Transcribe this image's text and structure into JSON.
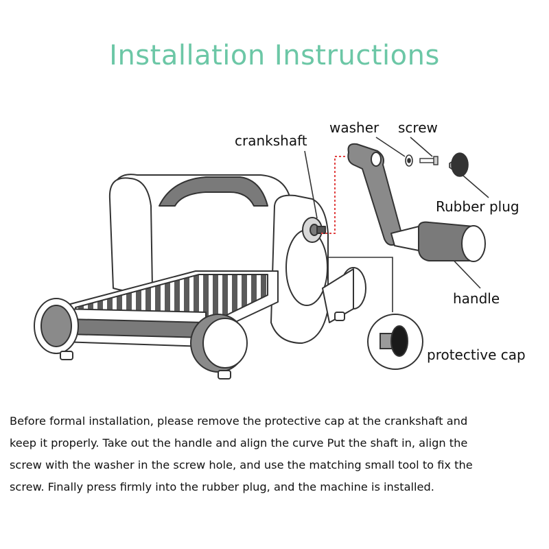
{
  "title": "Installation Instructions",
  "labels": {
    "crankshaft": "crankshaft",
    "washer": "washer",
    "screw": "screw",
    "rubber_plug": "Rubber plug",
    "handle": "handle",
    "protective_cap": "protective cap"
  },
  "instructions": [
    "Before formal installation, please remove the protective cap at the crankshaft and",
    "keep it properly. Take out the handle and align the curve Put the shaft in, align the",
    " screw with  the washer in the screw hole, and use the matching small tool to fix the",
    " screw. Finally press firmly into the rubber plug, and the machine is installed."
  ],
  "colors": {
    "title": "#6cc7a6",
    "outline": "#333333",
    "gray_part": "#808080",
    "dotted_guide": "#e04040"
  }
}
